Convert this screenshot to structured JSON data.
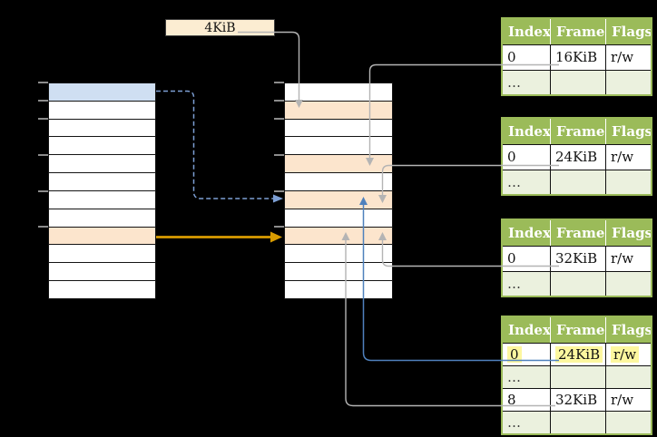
{
  "frame_size_label": "4KiB",
  "ellipsis": "…",
  "colors": {
    "background": "#000000",
    "table_header_green": "#9bbb59",
    "table_shaded_row_green": "#ebf1de",
    "memory_cell_blue": "#cfdff2",
    "memory_cell_orange": "#fce5cd",
    "label_box_fill": "#fcedd2",
    "highlight_yellow": "#fdf79f",
    "arrow_gray": "#b4b4b4",
    "arrow_solid_blue": "#4f81bd",
    "arrow_dashed_blue": "#7d9fd4",
    "arrow_gold": "#d99c00"
  },
  "left_column": {
    "row_count": 12,
    "blue_row_index": 0,
    "orange_row_index": 8
  },
  "middle_column": {
    "row_count": 12,
    "orange_row_indices": [
      1,
      4,
      6,
      8
    ]
  },
  "tables": [
    {
      "headers": [
        "Index",
        "Frame",
        "Flags"
      ],
      "rows": [
        {
          "cells": [
            "0",
            "16KiB",
            "r/w"
          ]
        },
        {
          "cells": [
            "…",
            "",
            ""
          ]
        }
      ]
    },
    {
      "headers": [
        "Index",
        "Frame",
        "Flags"
      ],
      "rows": [
        {
          "cells": [
            "0",
            "24KiB",
            "r/w"
          ]
        },
        {
          "cells": [
            "…",
            "",
            ""
          ]
        }
      ]
    },
    {
      "headers": [
        "Index",
        "Frame",
        "Flags"
      ],
      "rows": [
        {
          "cells": [
            "0",
            "32KiB",
            "r/w"
          ]
        },
        {
          "cells": [
            "…",
            "",
            ""
          ]
        }
      ]
    },
    {
      "headers": [
        "Index",
        "Frame",
        "Flags"
      ],
      "rows": [
        {
          "cells": [
            "0",
            "24KiB",
            "r/w"
          ],
          "highlighted": true
        },
        {
          "cells": [
            "…",
            "",
            ""
          ]
        },
        {
          "cells": [
            "8",
            "32KiB",
            "r/w"
          ]
        },
        {
          "cells": [
            "…",
            "",
            ""
          ]
        }
      ]
    }
  ]
}
